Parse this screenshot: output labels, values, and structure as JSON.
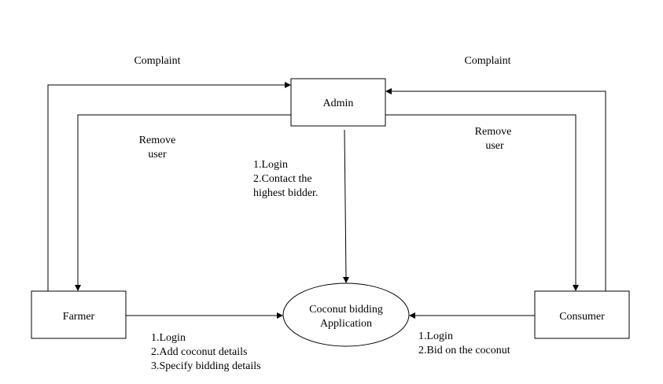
{
  "diagram": {
    "nodes": {
      "admin": {
        "label": "Admin"
      },
      "farmer": {
        "label": "Farmer"
      },
      "consumer": {
        "label": "Consumer"
      },
      "app": {
        "lines": [
          "Coconut bidding",
          "Application"
        ]
      }
    },
    "edge_labels": {
      "farmer_complaint": "Complaint",
      "consumer_complaint": "Complaint",
      "remove_farmer": [
        "Remove",
        "user"
      ],
      "remove_consumer": [
        "Remove",
        "user"
      ],
      "admin_to_app": [
        "1.Login",
        "2.Contact the",
        "highest bidder."
      ],
      "farmer_to_app": [
        "1.Login",
        "2.Add coconut details",
        "3.Specify bidding details"
      ],
      "consumer_to_app": [
        "1.Login",
        "2.Bid on the coconut"
      ]
    }
  }
}
